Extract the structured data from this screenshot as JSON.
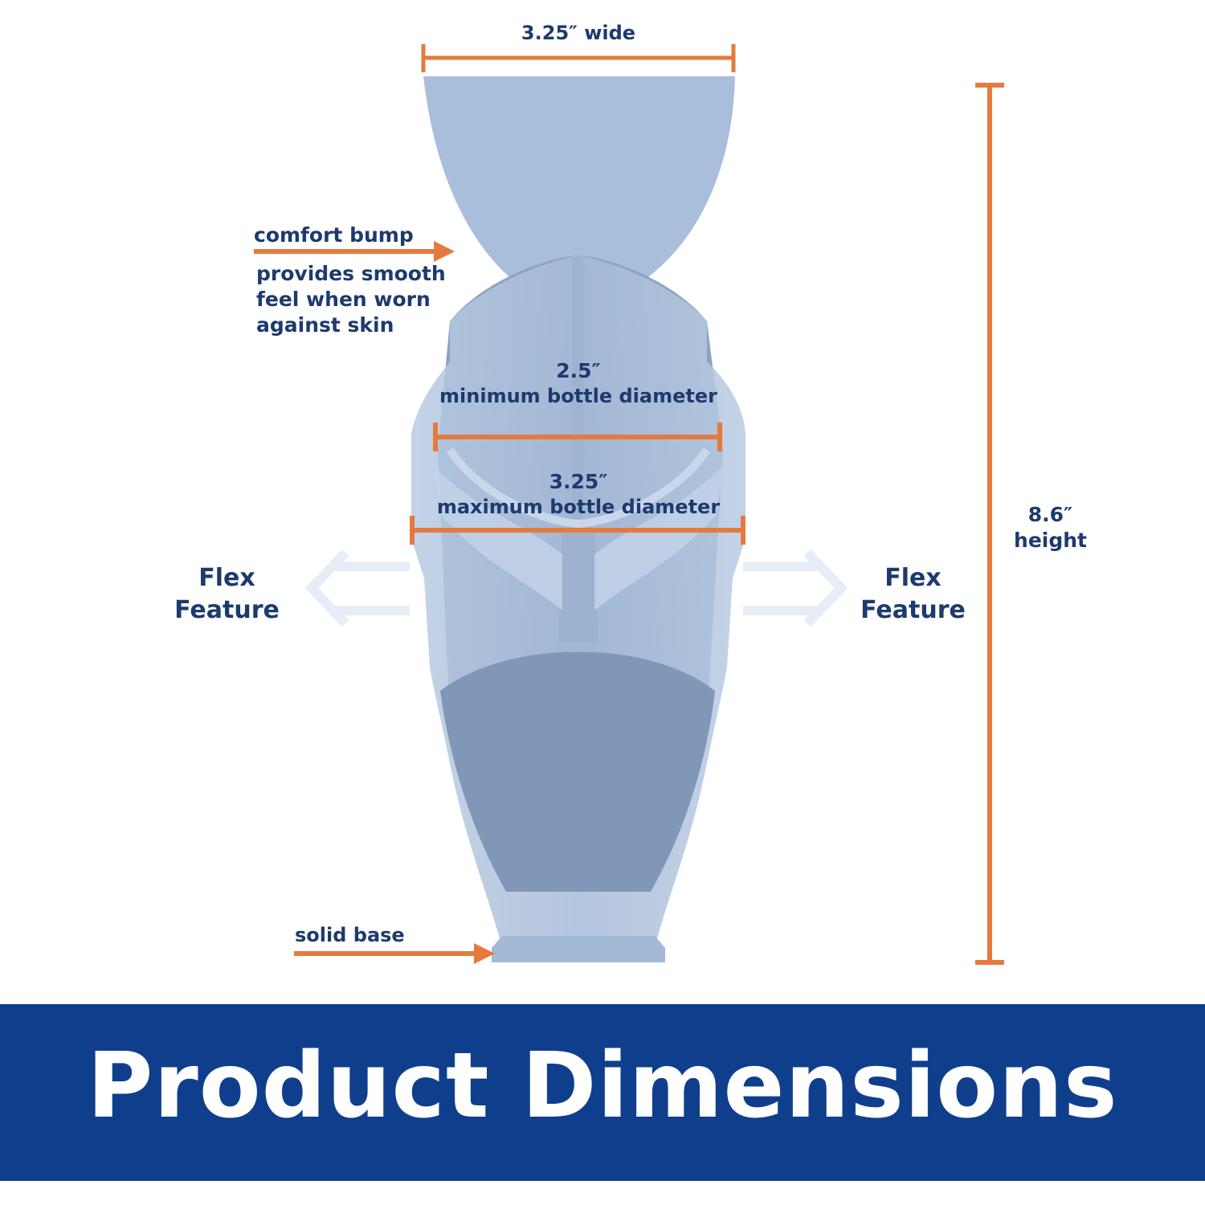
{
  "dimensions": {
    "top_width": "3.25″ wide",
    "height_value": "8.6″",
    "height_word": "height",
    "min_value": "2.5″",
    "min_label": "minimum bottle diameter",
    "max_value": "3.25″",
    "max_label": "maximum bottle diameter"
  },
  "callouts": {
    "comfort_title": "comfort bump",
    "comfort_desc": [
      "provides smooth",
      "feel when worn",
      "against skin"
    ],
    "base_label": "solid base"
  },
  "flex": {
    "left": [
      "Flex",
      "Feature"
    ],
    "right": [
      "Flex",
      "Feature"
    ]
  },
  "banner": {
    "title": "Product Dimensions"
  },
  "colors": {
    "accent": "#e57a3e",
    "text": "#1d3a6e",
    "banner": "#0f3f8c",
    "product": "#a9bedb"
  }
}
